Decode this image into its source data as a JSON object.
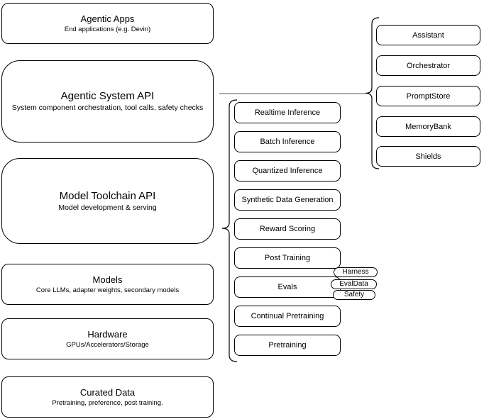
{
  "left_stack": [
    {
      "title": "Agentic Apps",
      "subtitle": "End applications (e.g. Devin)"
    },
    {
      "title": "Agentic System API",
      "subtitle": "System component orchestration, tool calls, safety checks"
    },
    {
      "title": "Model Toolchain API",
      "subtitle": "Model development & serving"
    },
    {
      "title": "Models",
      "subtitle": "Core LLMs, adapter weights, secondary models"
    },
    {
      "title": "Hardware",
      "subtitle": "GPUs/Accelerators/Storage"
    },
    {
      "title": "Curated Data",
      "subtitle": "Pretraining, preference, post training."
    }
  ],
  "toolchain": {
    "items": [
      "Realtime Inference",
      "Batch Inference",
      "Quantized Inference",
      "Synthetic Data Generation",
      "Reward Scoring",
      "Post Training",
      "Evals",
      "Continual Pretraining",
      "Pretraining"
    ]
  },
  "evals_tags": [
    "Harness",
    "EvalData",
    "Safety"
  ],
  "system_components": [
    "Assistant",
    "Orchestrator",
    "PromptStore",
    "MemoryBank",
    "Shields"
  ],
  "colors": {
    "stroke": "#000000",
    "background": "#ffffff",
    "connector": "#555555"
  }
}
